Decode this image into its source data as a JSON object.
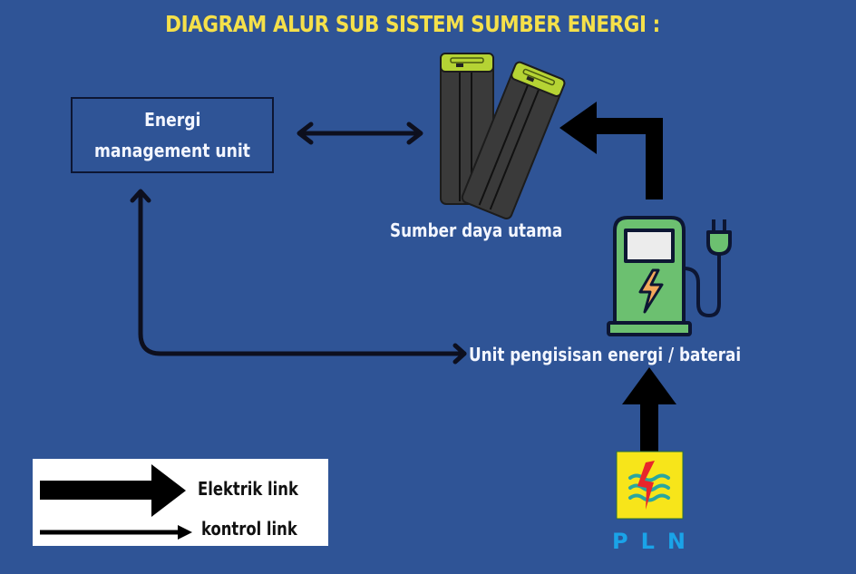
{
  "title": "DIAGRAM ALUR SUB SISTEM SUMBER ENERGI :",
  "nodes": {
    "energy_management_unit": {
      "line1": "Energi",
      "line2": "management unit"
    },
    "main_power_source": {
      "label": "Sumber daya utama",
      "icon": "battery-packs-icon"
    },
    "charging_unit": {
      "label": "Unit pengisisan energi / baterai",
      "icon": "ev-charging-station-icon"
    },
    "pln": {
      "label": "PLN",
      "icon": "pln-logo-icon"
    }
  },
  "links": [
    {
      "from": "energy_management_unit",
      "to": "main_power_source",
      "type": "kontrol link",
      "direction": "bidirectional"
    },
    {
      "from": "charging_unit",
      "to": "main_power_source",
      "type": "Elektrik link",
      "direction": "forward"
    },
    {
      "from": "energy_management_unit",
      "to": "charging_unit",
      "type": "kontrol link",
      "direction": "bidirectional"
    },
    {
      "from": "pln",
      "to": "charging_unit",
      "type": "Elektrik link",
      "direction": "forward"
    }
  ],
  "legend": {
    "electric_link": "Elektrik link",
    "control_link": "kontrol link"
  },
  "colors": {
    "background": "#2f5496",
    "title": "#f5e04a",
    "label": "#f3f6ff",
    "battery_body": "#3a3a3a",
    "battery_cap": "#b5d334",
    "station_green": "#6cc070",
    "pln_yellow": "#f7e51a",
    "pln_blue": "#1aa3e8"
  }
}
